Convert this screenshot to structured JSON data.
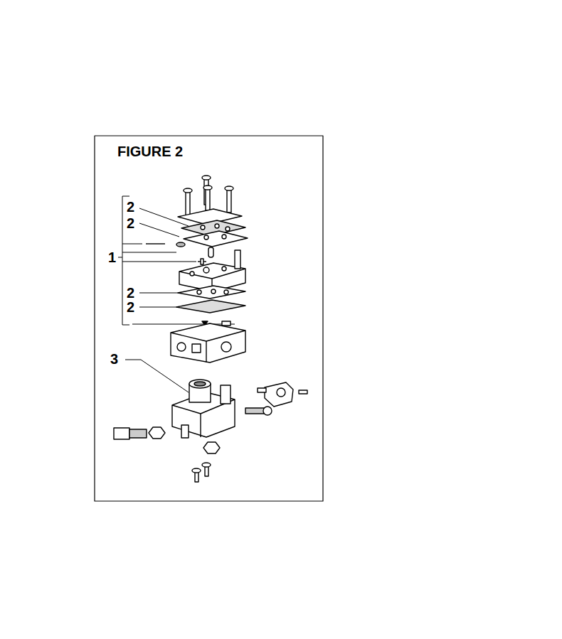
{
  "diagram": {
    "title": "FIGURE 2",
    "labels": [
      "2",
      "2",
      "1",
      "2",
      "2",
      "3"
    ]
  }
}
